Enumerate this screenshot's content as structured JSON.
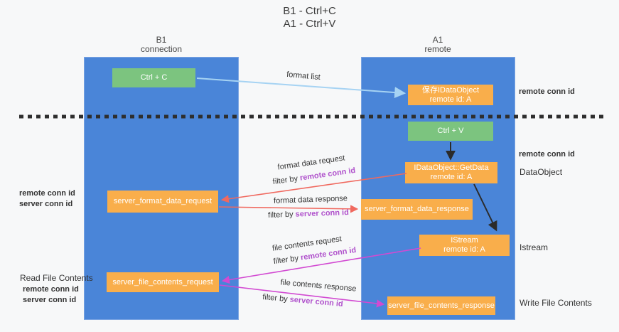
{
  "title": {
    "line1": "B1 - Ctrl+C",
    "line2": "A1 - Ctrl+V"
  },
  "lanes": {
    "left": {
      "name": "B1",
      "subtitle": "connection"
    },
    "right": {
      "name": "A1",
      "subtitle": "remote"
    }
  },
  "boxes": {
    "ctrl_c": "Ctrl + C",
    "ctrl_v": "Ctrl + V",
    "save_idataobject": {
      "line1": "保存IDataObject",
      "line2": "remote id: A"
    },
    "getdata": {
      "line1": "IDataObject::GetData",
      "line2": "remote id: A"
    },
    "istream": {
      "line1": "IStream",
      "line2": "remote id: A"
    },
    "server_format_data_request": "server_format_data_request",
    "server_format_data_response": "server_format_data_response",
    "server_file_contents_request": "server_file_contents_request",
    "server_file_contents_response": "server_file_contents_response"
  },
  "labels": {
    "format_list": "format list",
    "format_data_request": "format data request",
    "format_data_response": "format data response",
    "file_contents_request": "file contents request",
    "file_contents_response": "file contents response",
    "filter_by": "filter by ",
    "remote_conn_id": "remote conn id",
    "server_conn_id": "server conn id",
    "dataobject": "DataObject",
    "istream": "Istream",
    "read_file_contents": "Read File Contents",
    "write_file_contents": "Write File Contents"
  },
  "colors": {
    "lane_blue": "#4a85d8",
    "box_orange": "#f9ae4b",
    "box_green": "#7cc47f",
    "conn_purple": "#b052cc",
    "conn_green": "#4caf50",
    "arrow_red": "#f0695f",
    "arrow_magenta": "#d24ad2",
    "arrow_light_blue": "#a6d3f3",
    "arrow_black": "#2b2b2b"
  }
}
